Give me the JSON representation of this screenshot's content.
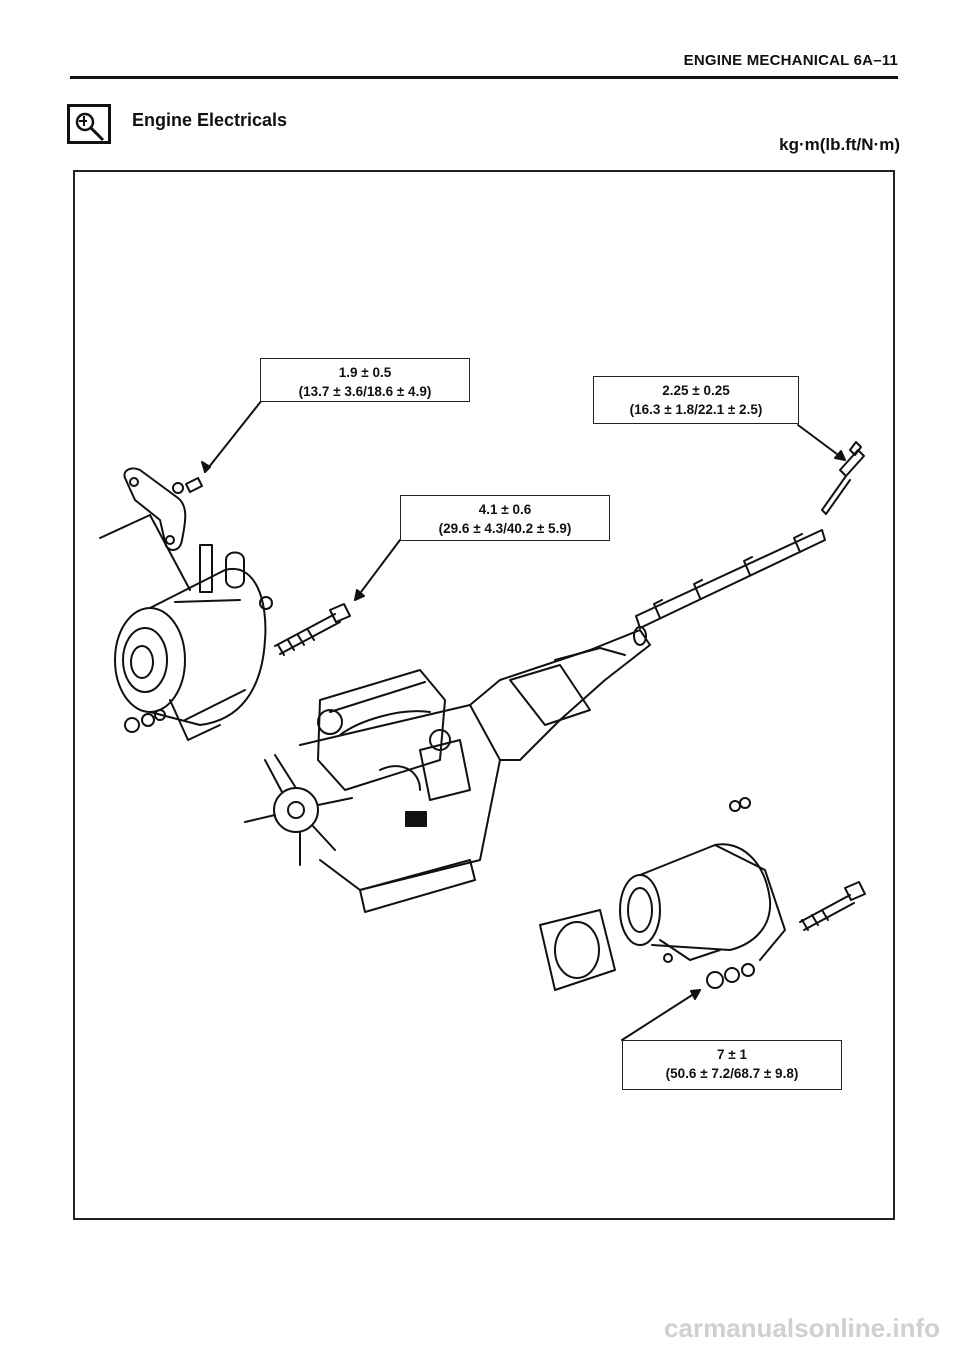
{
  "header": {
    "title": "ENGINE MECHANICAL 6A–11"
  },
  "section": {
    "icon": "wrench-icon",
    "title": "Engine Electricals"
  },
  "units": "kg·m(lb.ft/N·m)",
  "specs": [
    {
      "line1": "1.9 ± 0.5",
      "line2": "(13.7 ± 3.6/18.6 ± 4.9)"
    },
    {
      "line1": "2.25 ± 0.25",
      "line2": "(16.3 ± 1.8/22.1 ± 2.5)"
    },
    {
      "line1": "4.1 ± 0.6",
      "line2": "(29.6 ± 4.3/40.2 ± 5.9)"
    },
    {
      "line1": "7 ± 1",
      "line2": "(50.6 ± 7.2/68.7 ± 9.8)"
    }
  ],
  "watermark": "carmanualsonline.info"
}
